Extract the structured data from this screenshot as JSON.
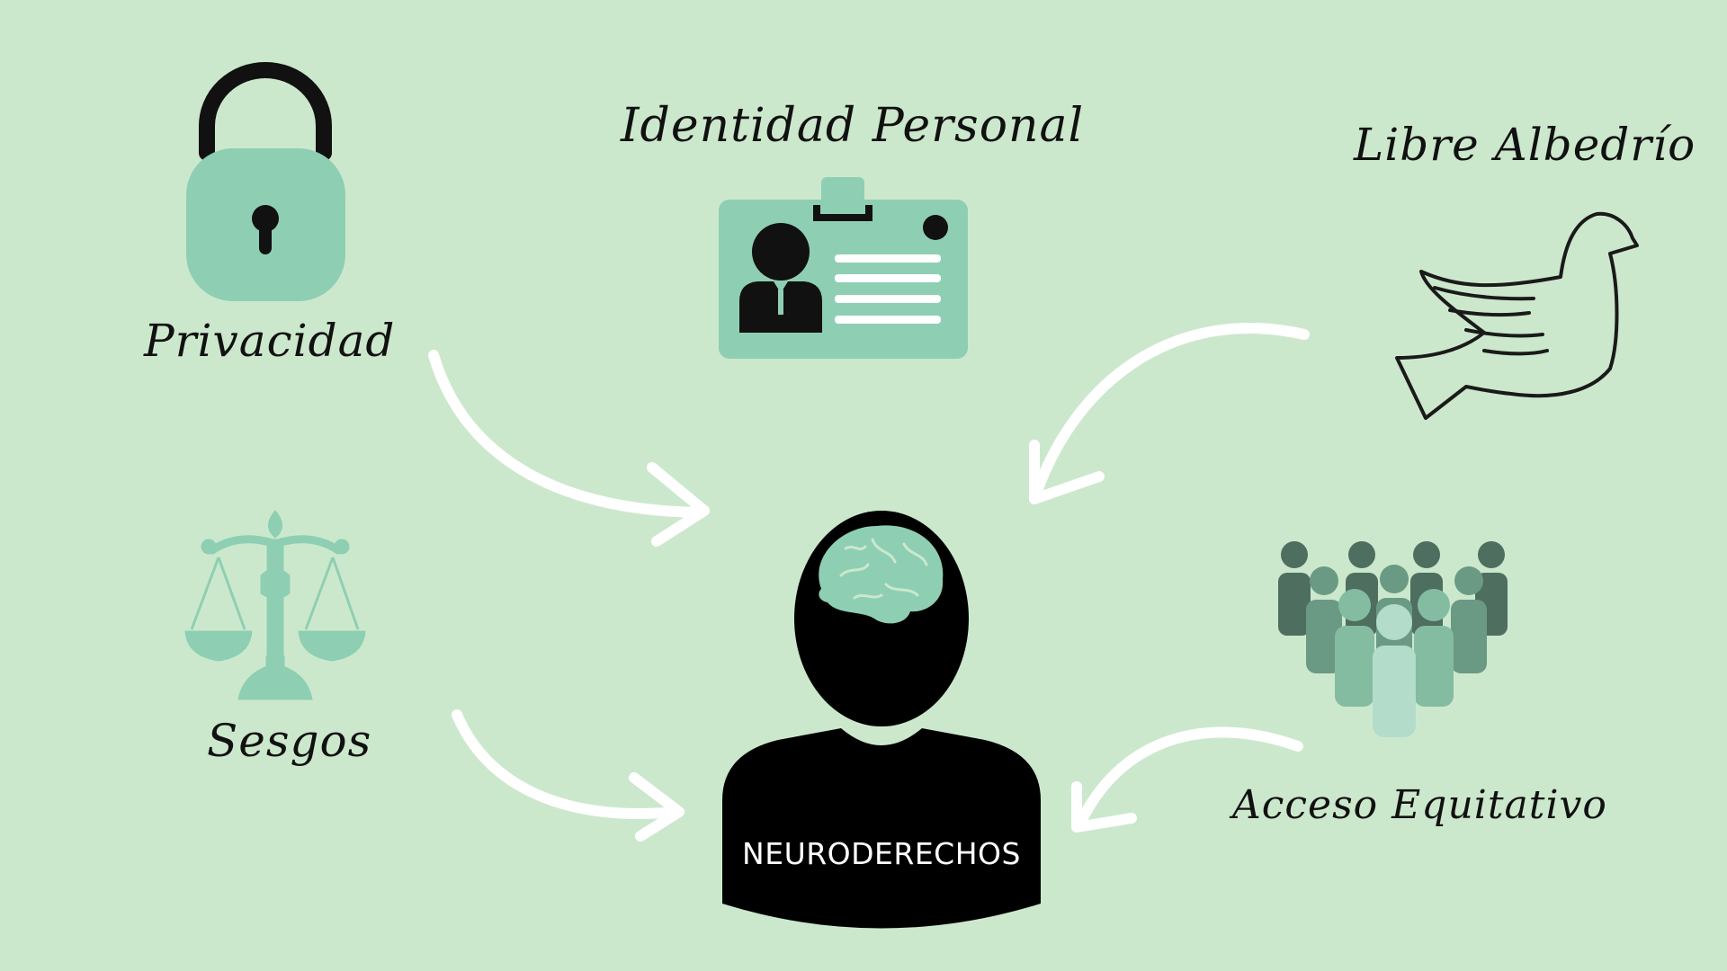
{
  "labels": {
    "privacidad": "Privacidad",
    "identidad": "Identidad Personal",
    "libre": "Libre Albedrío",
    "sesgos": "Sesgos",
    "acceso": "Acceso Equitativo"
  },
  "center": {
    "label": "NEURODERECHOS"
  },
  "colors": {
    "background": "#cce8cc",
    "accent": "#8ecfb3",
    "dark": "#000000",
    "arrow": "#ffffff"
  },
  "icons": {
    "privacidad": "padlock-icon",
    "identidad": "id-card-icon",
    "libre": "dove-icon",
    "sesgos": "scales-icon",
    "acceso": "crowd-icon",
    "center": "person-brain-icon"
  }
}
